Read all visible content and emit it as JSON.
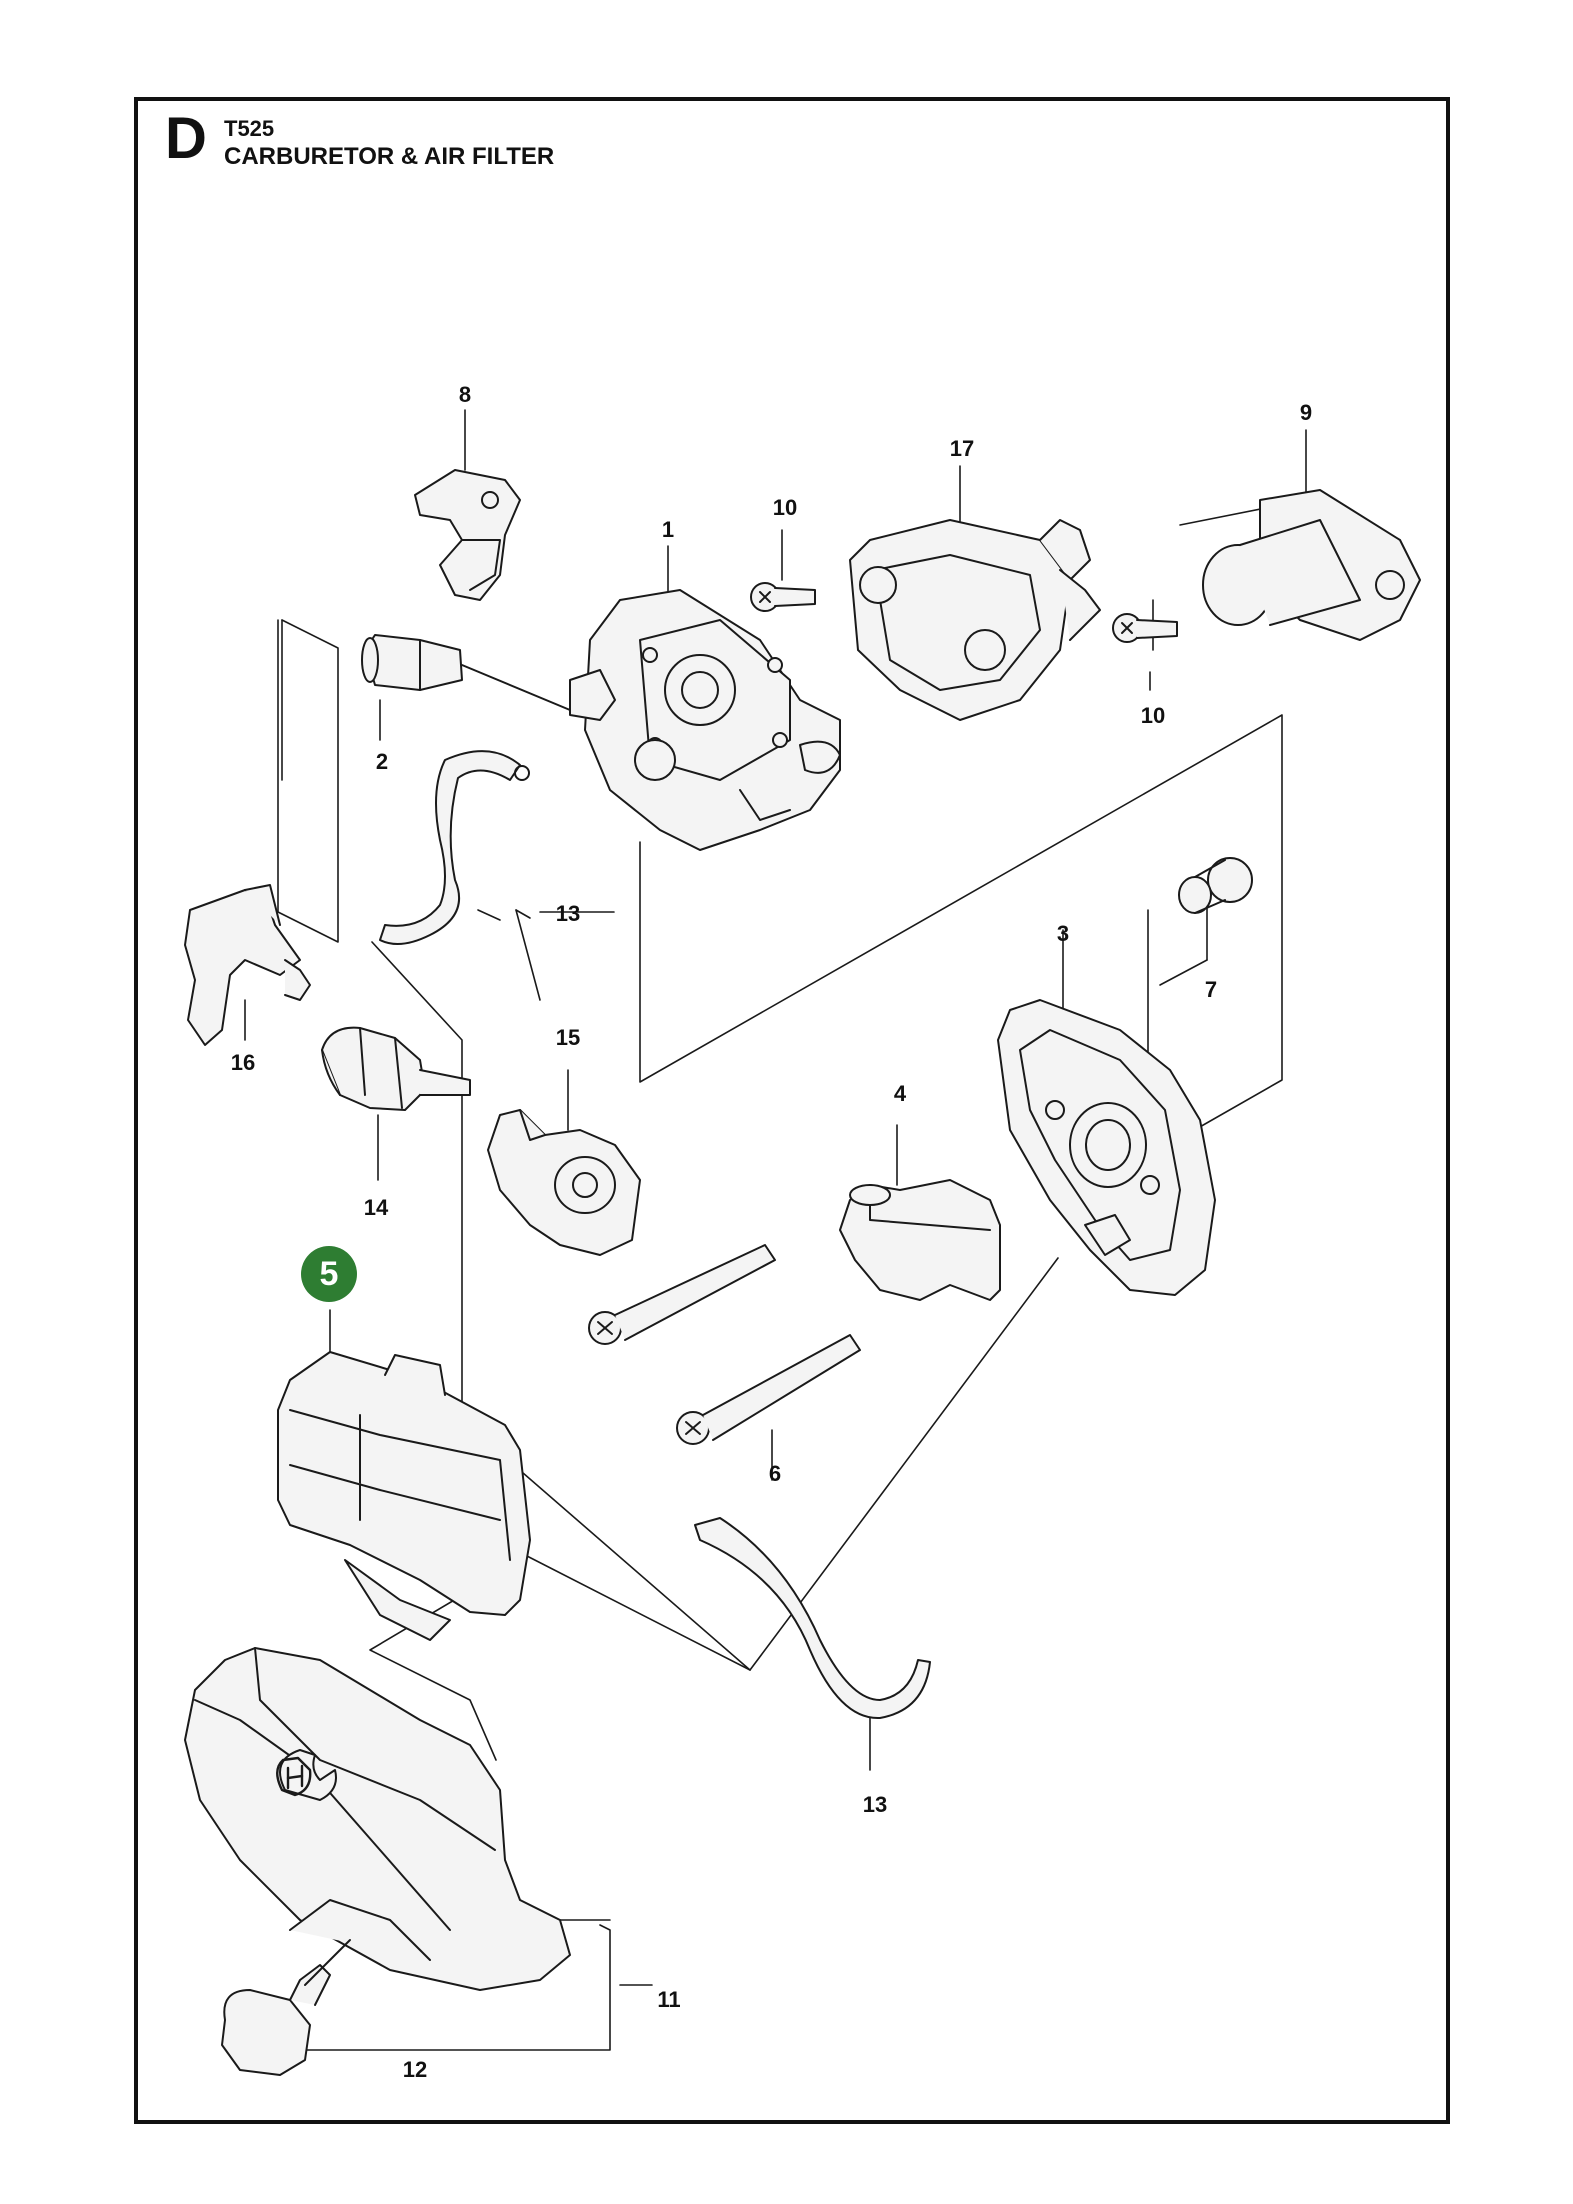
{
  "header": {
    "section_letter": "D",
    "model": "T525",
    "title": "CARBURETOR & AIR FILTER"
  },
  "callouts": {
    "c1": "1",
    "c2": "2",
    "c3": "3",
    "c4": "4",
    "c5": "5",
    "c6": "6",
    "c7": "7",
    "c8": "8",
    "c9": "9",
    "c10a": "10",
    "c10b": "10",
    "c11": "11",
    "c12": "12",
    "c13a": "13",
    "c13b": "13",
    "c14": "14",
    "c15": "15",
    "c16": "16",
    "c17": "17"
  },
  "colors": {
    "line": "#1a1a1a",
    "part_fill": "#f4f4f4",
    "highlight_badge": "#2e7d32"
  }
}
